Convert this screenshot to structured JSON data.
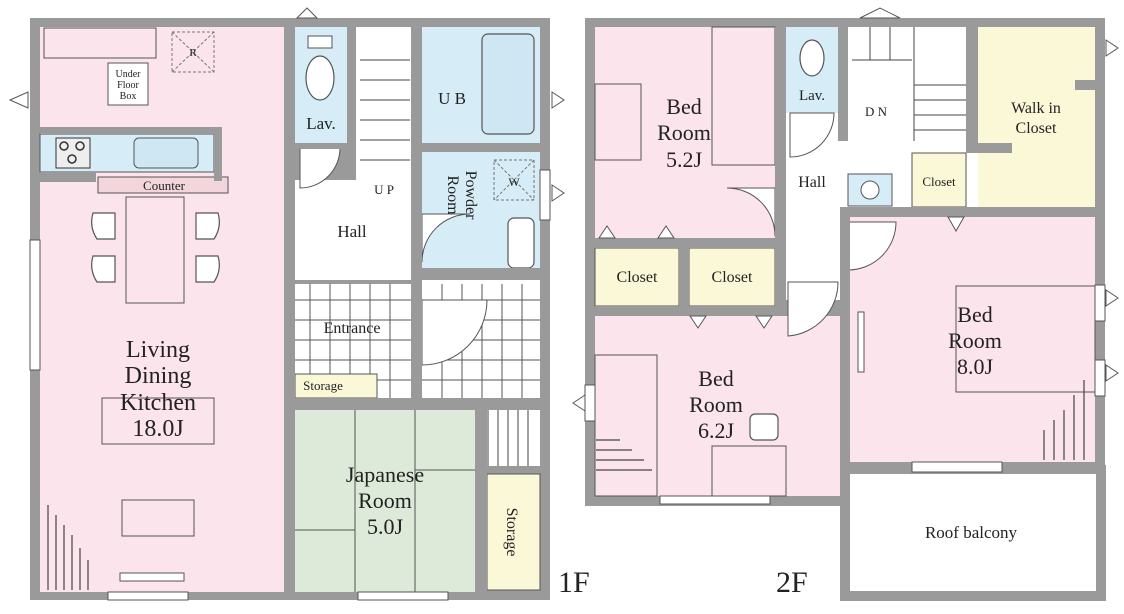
{
  "colors": {
    "wall": "#9a9a9a",
    "pink": "#fbe4ec",
    "blue": "#d6ecf7",
    "yellow": "#fbf8d8",
    "green": "#dde9d9",
    "white": "#ffffff",
    "line": "#555555"
  },
  "floor1": {
    "label": "1F",
    "ldk": {
      "name1": "Living",
      "name2": "Dining",
      "name3": "Kitchen",
      "size": "18.0J"
    },
    "under_floor_box": {
      "line1": "Under",
      "line2": "Floor",
      "line3": "Box"
    },
    "r_mark": "R",
    "counter": "Counter",
    "lav": "Lav.",
    "ub": "U B",
    "powder_room": {
      "line1": "Powder",
      "line2": "Room"
    },
    "w_mark": "W",
    "up": "U P",
    "hall": "Hall",
    "entrance": "Entrance",
    "storage_small": "Storage",
    "japanese_room": {
      "line1": "Japanese",
      "line2": "Room",
      "size": "5.0J"
    },
    "storage": "Storage"
  },
  "floor2": {
    "label": "2F",
    "bed_a": {
      "line1": "Bed",
      "line2": "Room",
      "size": "5.2J"
    },
    "lav": "Lav.",
    "dn": "D N",
    "walk_in_closet": {
      "line1": "Walk in",
      "line2": "Closet"
    },
    "hall": "Hall",
    "closet_small": "Closet",
    "closet_1": "Closet",
    "closet_2": "Closet",
    "bed_b": {
      "line1": "Bed",
      "line2": "Room",
      "size": "8.0J"
    },
    "bed_c": {
      "line1": "Bed",
      "line2": "Room",
      "size": "6.2J"
    },
    "roof_balcony": "Roof balcony"
  }
}
